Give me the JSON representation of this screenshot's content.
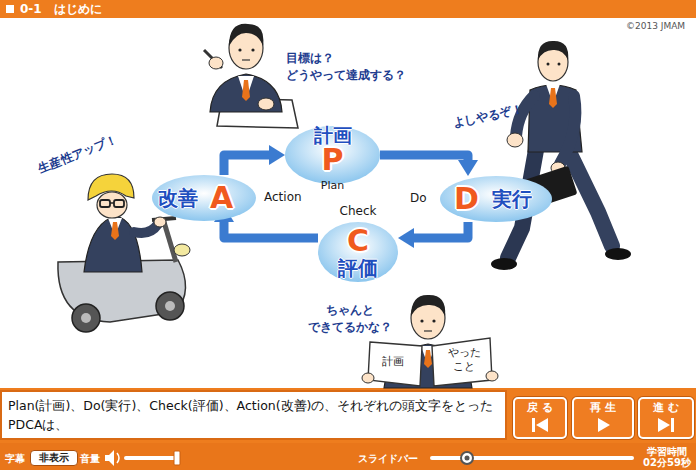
{
  "diagram": {
    "title": "0-1　はじめに",
    "nodes": [
      {
        "text": [
          "計画",
          "P",
          "Plan"
        ]
      },
      {
        "text": [
          "Do",
          "D",
          "実行"
        ]
      },
      {
        "text": [
          "Check",
          "C",
          "評価"
        ]
      },
      {
        "text": [
          "改善",
          "A",
          "Action"
        ]
      },
      {
        "text": [
          "Plan(計画)、Do(実行)、Check(評価)、Action(改善)の、それぞれの頭文字をとったPDCAは、"
        ]
      },
      {
        "text": [
          "戻る"
        ]
      },
      {
        "text": [
          "再生"
        ]
      },
      {
        "text": [
          "進む"
        ]
      },
      {
        "text": [
          "非表示"
        ]
      }
    ],
    "edges": [
      {
        "from": 0,
        "to": 1,
        "arrow": "to"
      },
      {
        "from": 1,
        "to": 2,
        "arrow": "to"
      },
      {
        "from": 2,
        "to": 3,
        "arrow": "to"
      },
      {
        "from": 3,
        "to": 0,
        "arrow": "to"
      }
    ],
    "labels": [
      "©2013 JMAM",
      "目標は？ どうやって達成する？",
      "よしやるぞ！",
      "生産性アップ！",
      "ちゃんと できてるかな？",
      "計画",
      "やった こと",
      "字幕",
      "音量",
      "スライドバー",
      "学習時間 02分59秒"
    ]
  }
}
